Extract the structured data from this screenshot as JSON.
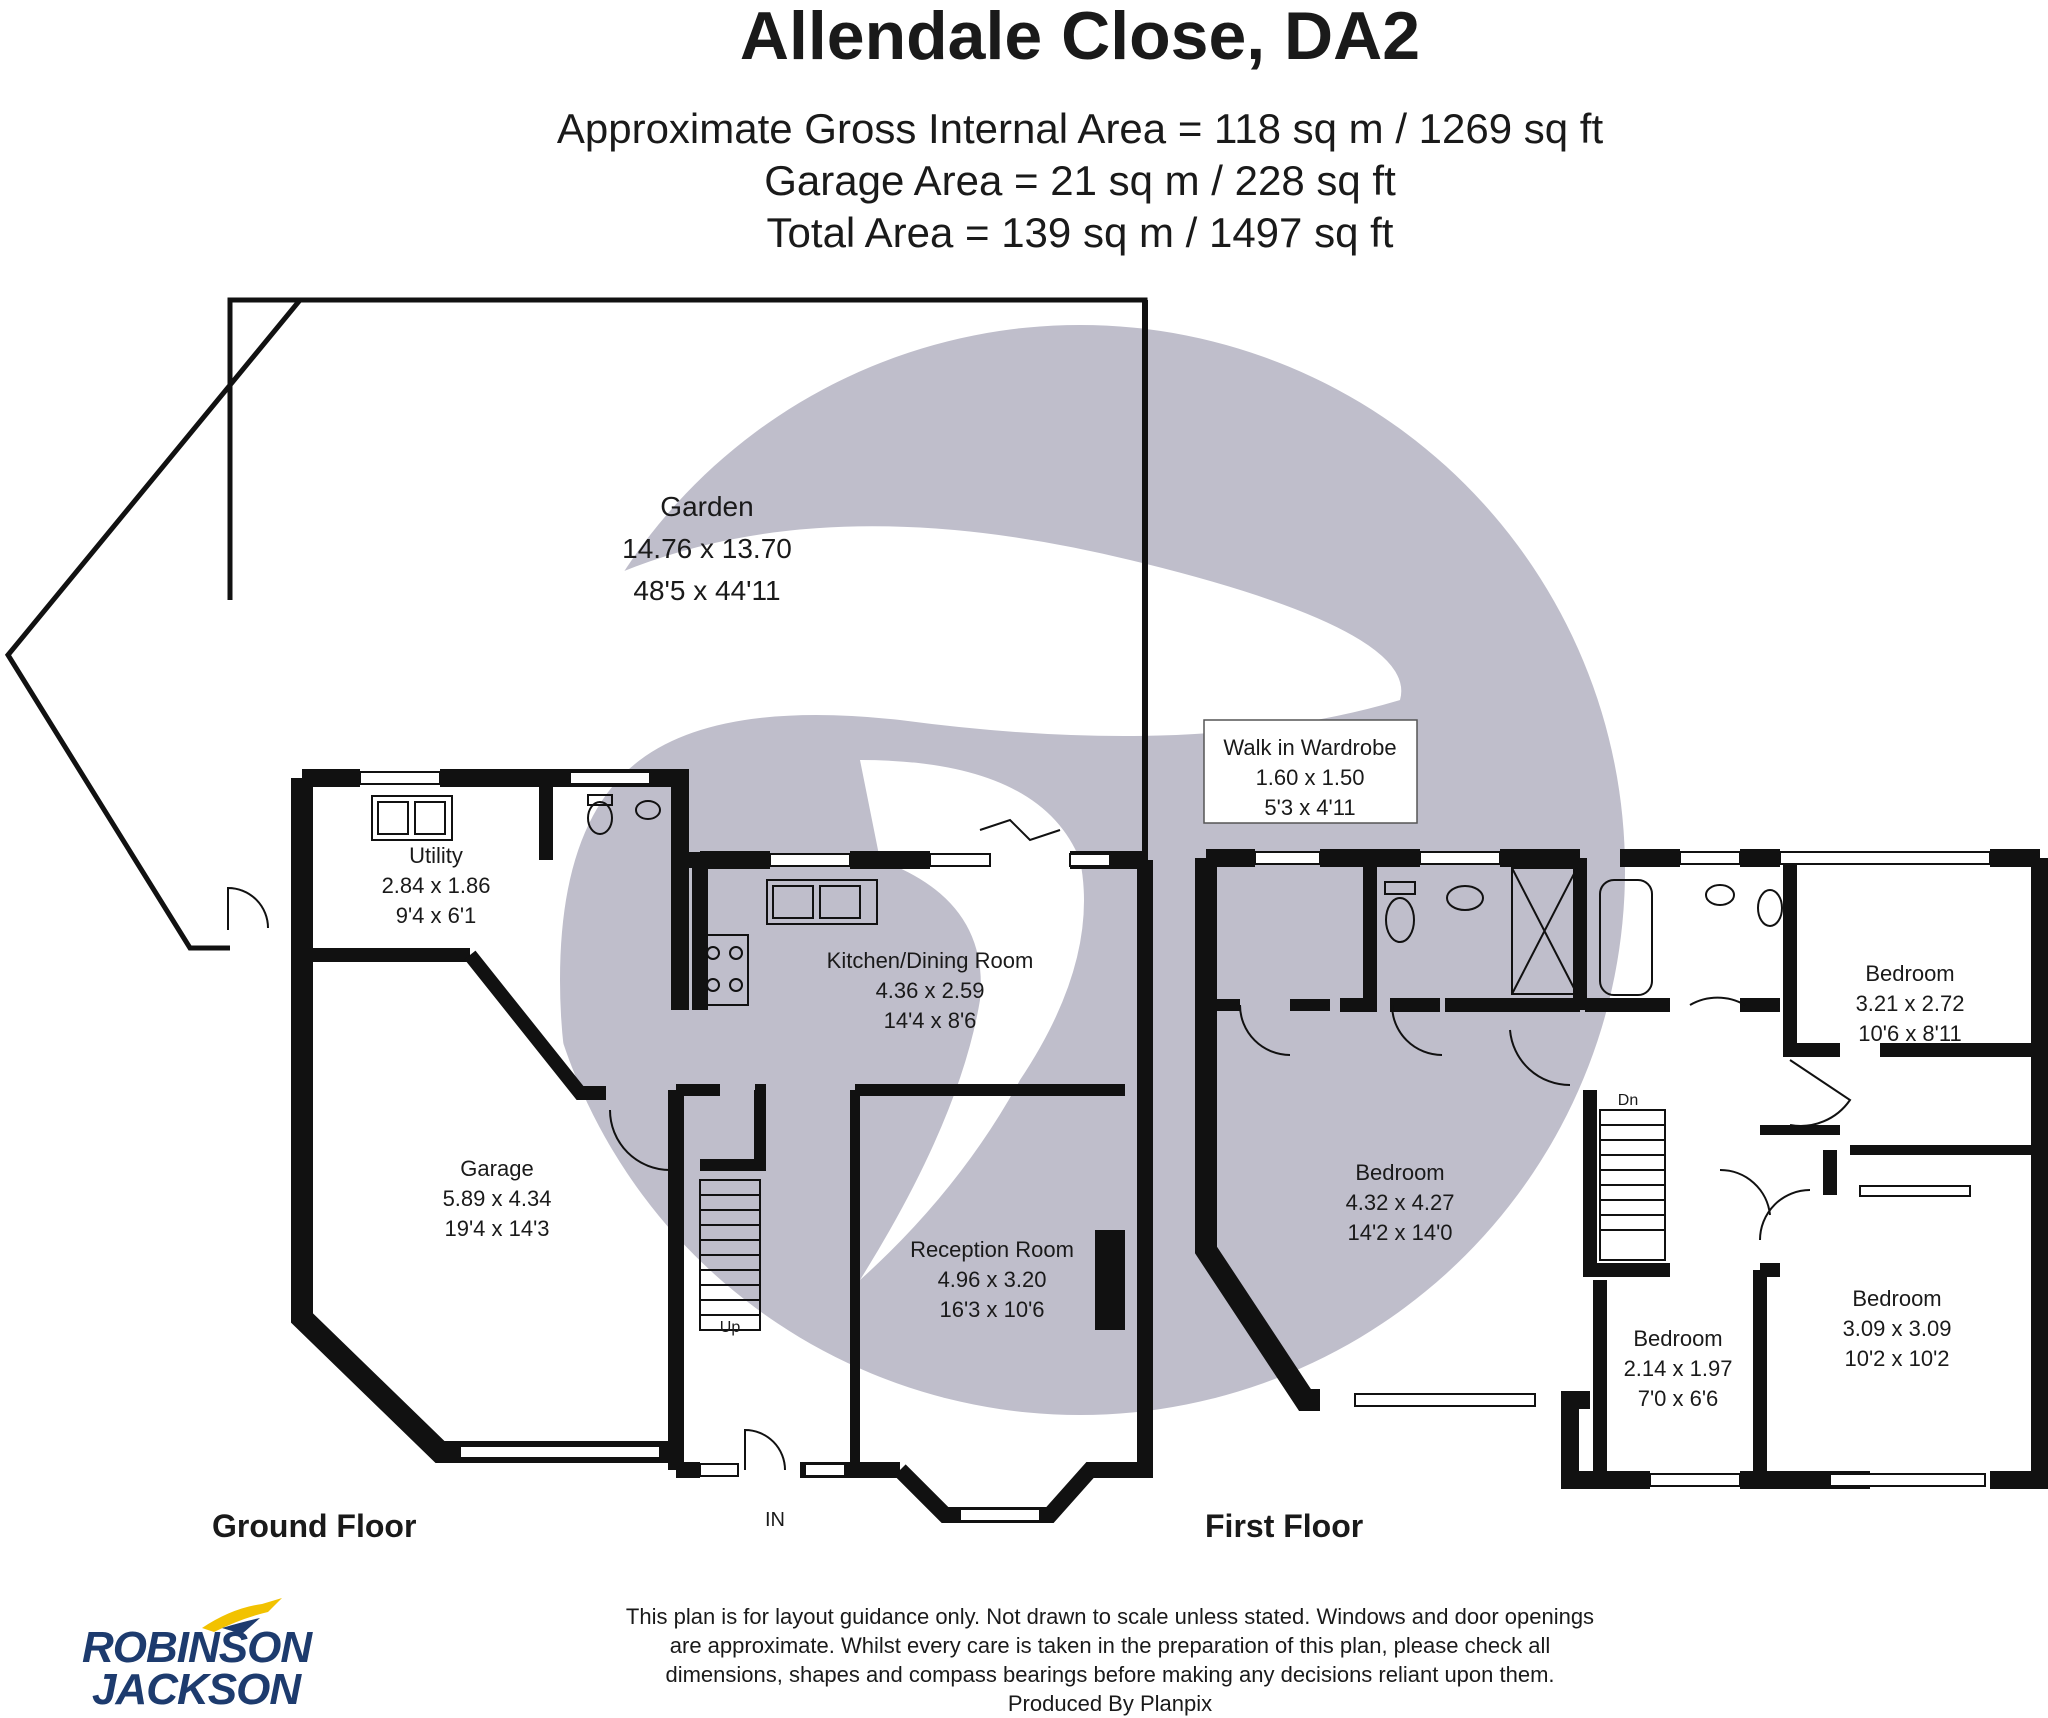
{
  "header": {
    "title": "Allendale Close, DA2",
    "areas": [
      "Approximate Gross Internal Area = 118 sq m / 1269 sq ft",
      "Garage Area = 21 sq m / 228 sq ft",
      "Total Area = 139 sq m / 1497 sq ft"
    ]
  },
  "ground_floor": {
    "label": "Ground Floor",
    "rooms": {
      "garden": {
        "name": "Garden",
        "metric": "14.76 x 13.70",
        "imperial": "48'5 x 44'11"
      },
      "utility": {
        "name": "Utility",
        "metric": "2.84 x 1.86",
        "imperial": "9'4 x 6'1"
      },
      "kitchen": {
        "name": "Kitchen/Dining Room",
        "metric": "4.36 x 2.59",
        "imperial": "14'4 x 8'6"
      },
      "garage": {
        "name": "Garage",
        "metric": "5.89 x 4.34",
        "imperial": "19'4 x 14'3"
      },
      "reception": {
        "name": "Reception Room",
        "metric": "4.96 x 3.20",
        "imperial": "16'3 x 10'6"
      }
    },
    "stairs_label": "Up",
    "entrance_label": "IN"
  },
  "first_floor": {
    "label": "First Floor",
    "rooms": {
      "wardrobe": {
        "name": "Walk in Wardrobe",
        "metric": "1.60 x 1.50",
        "imperial": "5'3 x 4'11"
      },
      "bed_main": {
        "name": "Bedroom",
        "metric": "4.32 x 4.27",
        "imperial": "14'2 x 14'0"
      },
      "bed_ne": {
        "name": "Bedroom",
        "metric": "3.21 x 2.72",
        "imperial": "10'6 x 8'11"
      },
      "bed_se": {
        "name": "Bedroom",
        "metric": "3.09 x 3.09",
        "imperial": "10'2 x 10'2"
      },
      "bed_small": {
        "name": "Bedroom",
        "metric": "2.14 x 1.97",
        "imperial": "7'0 x 6'6"
      }
    },
    "stairs_label": "Dn"
  },
  "disclaimer": [
    "This plan is for layout guidance only. Not drawn to scale unless stated. Windows and door openings",
    "are approximate. Whilst every care is taken in the preparation of this plan, please check all",
    "dimensions, shapes and compass bearings before making any decisions reliant upon them.",
    "Produced By Planpix"
  ],
  "logo": {
    "line1": "ROBINSON",
    "line2": "JACKSON"
  },
  "colors": {
    "watermark": "#bfbecb",
    "wall": "#111111",
    "logo_blue": "#1d3b6e",
    "logo_yellow": "#f2c200"
  }
}
